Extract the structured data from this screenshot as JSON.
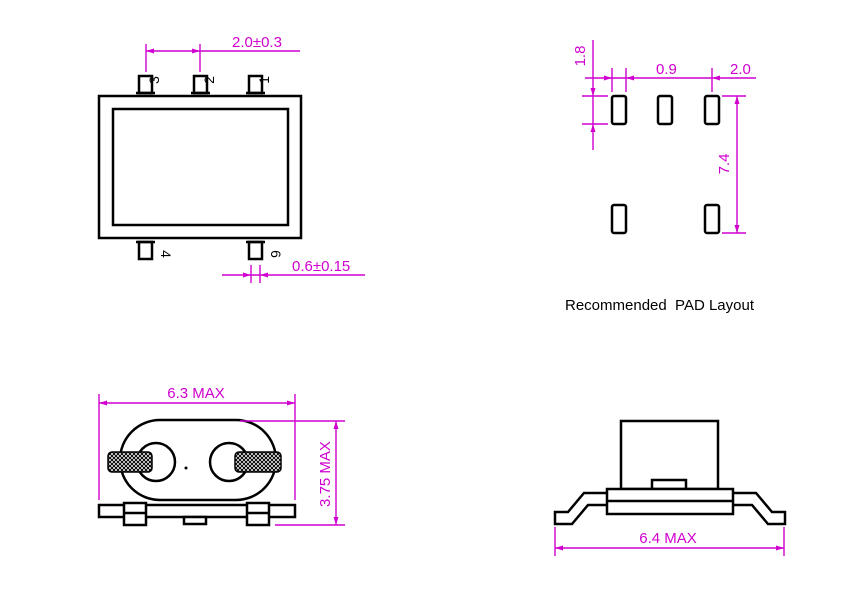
{
  "top_view": {
    "pin_labels": [
      "3",
      "2",
      "1",
      "4",
      "6"
    ],
    "dim_pitch": "2.0±0.3",
    "dim_lead_width": "0.6±0.15"
  },
  "pad_layout": {
    "dim_pad_length": "1.8",
    "dim_pad_width": "0.9",
    "dim_pitch": "2.0",
    "dim_row_span": "7.4",
    "caption": "Recommended  PAD Layout"
  },
  "front_view": {
    "dim_width": "6.3 MAX",
    "dim_height": "3.75 MAX"
  },
  "side_view": {
    "dim_width": "6.4 MAX"
  },
  "colors": {
    "outline": "#000000",
    "dimension": "#d000d0",
    "background": "#ffffff"
  }
}
